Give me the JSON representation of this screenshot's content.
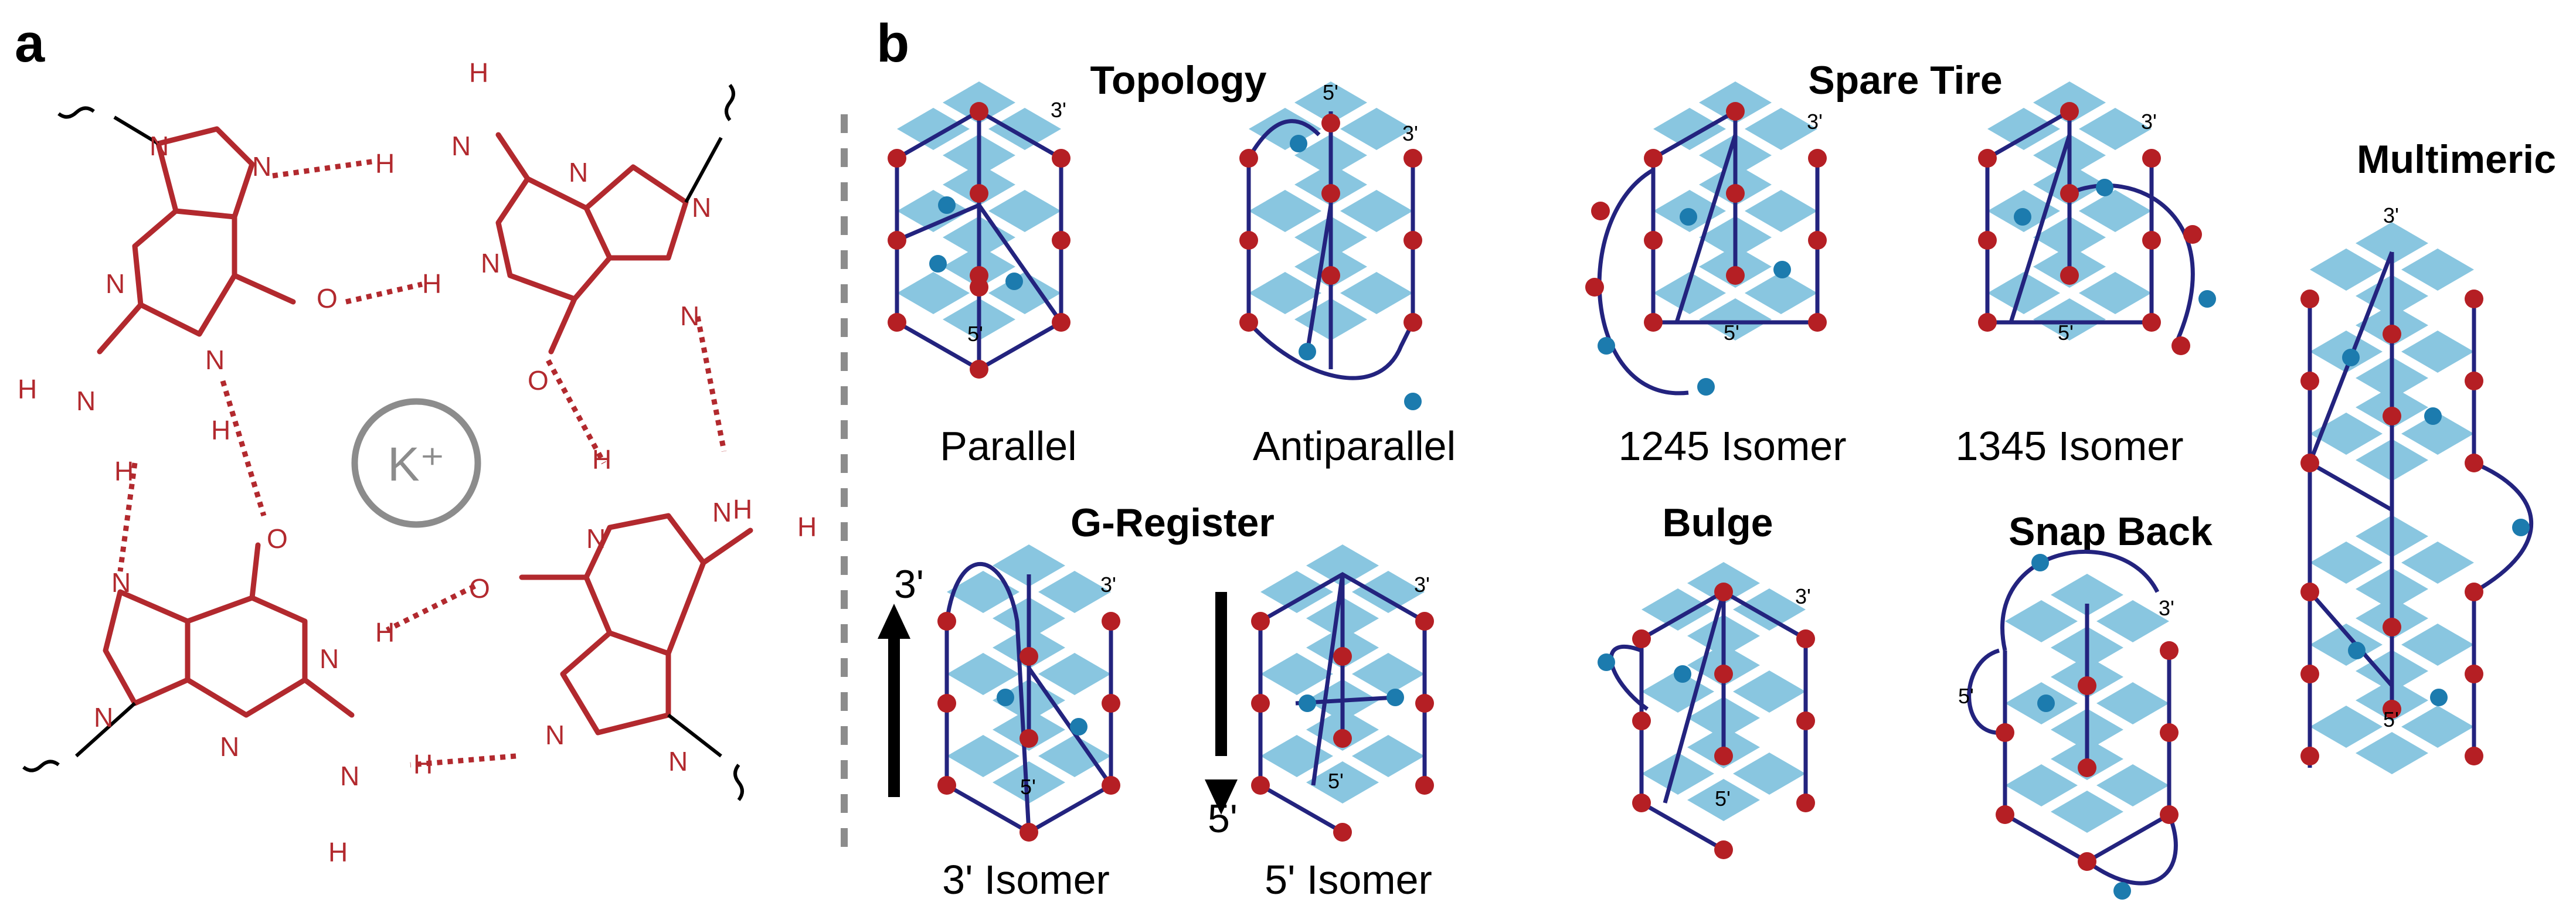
{
  "panel_a": {
    "label": "a",
    "ion": "K⁺",
    "atoms": [
      "N",
      "H",
      "O"
    ],
    "colors": {
      "guanine": "#b2292e",
      "ion_ring": "#8c8c8c"
    }
  },
  "panel_b": {
    "label": "b",
    "section_titles": {
      "topology": "Topology",
      "spare_tire": "Spare Tire",
      "multimeric": "Multimeric",
      "g_register": "G-Register",
      "bulge": "Bulge",
      "snap_back": "Snap Back"
    },
    "captions": {
      "parallel": "Parallel",
      "antiparallel": "Antiparallel",
      "isomer_1245": "1245 Isomer",
      "isomer_1345": "1345 Isomer",
      "isomer_3": "3' Isomer",
      "isomer_5": "5' Isomer"
    },
    "ends": {
      "three_prime": "3'",
      "five_prime": "5'"
    },
    "arrow_labels": {
      "up": "3'",
      "down": "5'"
    },
    "colors": {
      "tetrad": "#89c6e0",
      "backbone": "#23237e",
      "guanine_node": "#b51f24",
      "loop_node": "#1c7bae"
    }
  }
}
